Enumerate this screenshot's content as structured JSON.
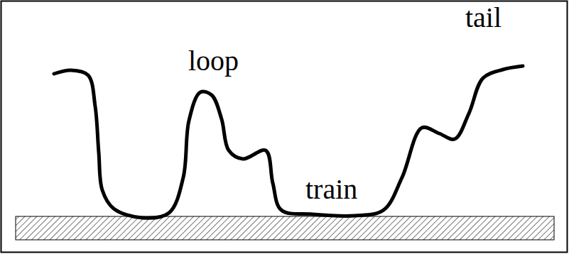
{
  "diagram": {
    "labels": [
      "loop",
      "train",
      "tail"
    ]
  }
}
